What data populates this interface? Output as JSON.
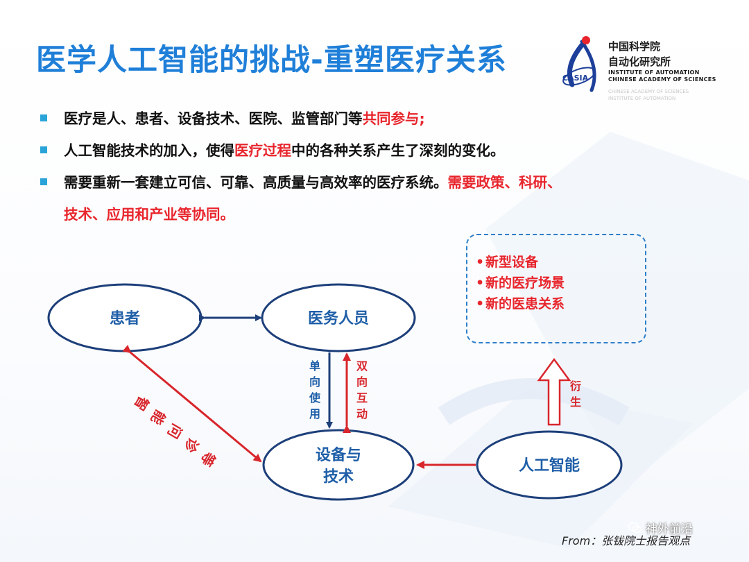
{
  "title": "医学人工智能的挑战-重塑医疗关系",
  "logo": {
    "mark_text": "CASIA",
    "cn_line1": "中国科学院",
    "cn_line2": "自动化研究所",
    "en_line1": "INSTITUTE OF AUTOMATION",
    "en_line2": "CHINESE ACADEMY OF SCIENCES"
  },
  "bullets": [
    {
      "pre": "医疗是人、患者、设备技术、医院、监管部门等",
      "red": "共同参与;",
      "post": ""
    },
    {
      "pre": "人工智能技术的加入，使得",
      "red": "医疗过程",
      "post": "中的各种关系产生了深刻的变化。"
    },
    {
      "pre": "需要重新一套建立可信、可靠、高质量与高效率的医疗系统。",
      "red": "需要政策、科研、",
      "post": ""
    }
  ],
  "bullet3_cont": "技术、应用和产业等协同。",
  "diagram": {
    "nodes": {
      "patient": "患者",
      "medical_staff": "医务人员",
      "equipment_line1": "设备与",
      "equipment_line2": "技术",
      "ai": "人工智能"
    },
    "labels": {
      "one_way": [
        "单",
        "向",
        "使",
        "用"
      ],
      "two_way": [
        "双",
        "向",
        "互",
        "动"
      ],
      "derive": [
        "衍",
        "生"
      ],
      "smart_consult": [
        "智",
        "能",
        "问",
        "诊",
        "等"
      ]
    },
    "emerge_items": [
      "新型设备",
      "新的医疗场景",
      "新的医患关系"
    ],
    "emerge_bullet": "•"
  },
  "source": "From：张钹院士报告观点",
  "watermark": "神外前沿",
  "colors": {
    "title_blue": "#1f7fd8",
    "node_outline": "#1d3f7a",
    "arrow_red": "#d8262c",
    "arrow_blue": "#1d3f7a",
    "dashed_box": "#2e7fc8",
    "bullet_square": "#2aa4d8"
  }
}
